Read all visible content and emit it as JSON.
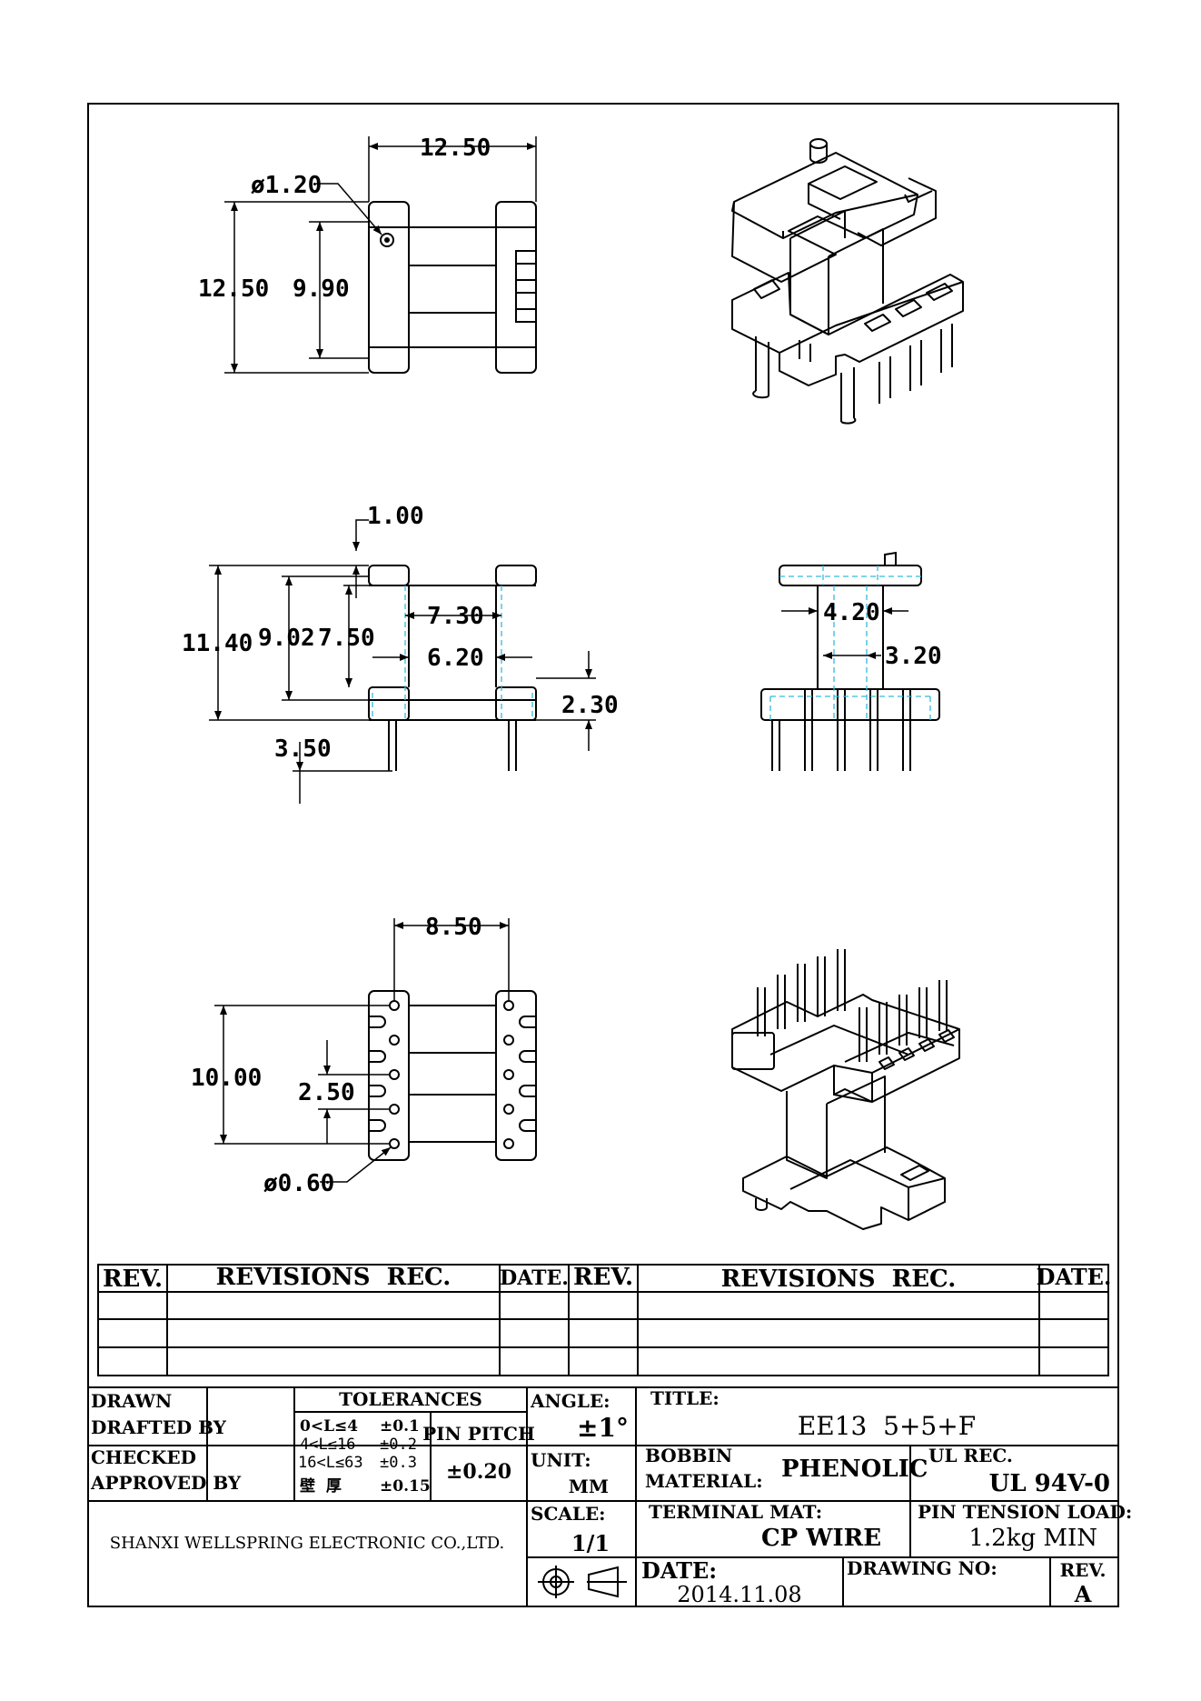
{
  "dimensions": {
    "top_view": {
      "hole_dia": "ø1.20",
      "width": "12.50",
      "height": "12.50",
      "inner_height": "9.90"
    },
    "front_view": {
      "flange_thickness": "1.00",
      "total_height": "11.40",
      "height_902": "9.02",
      "height_750": "7.50",
      "inner_width": "7.30",
      "core_width": "6.20",
      "base_height": "2.30",
      "pin_length": "3.50"
    },
    "side_view": {
      "core_outer": "4.20",
      "core_inner": "3.20"
    },
    "bottom_view": {
      "pin_span": "8.50",
      "row_length": "10.00",
      "pin_pitch": "2.50",
      "pin_dia": "ø0.60"
    }
  },
  "revisions_table": {
    "headers": [
      "REV.",
      "REVISIONS  REC.",
      "DATE.",
      "REV.",
      "REVISIONS  REC.",
      "DATE."
    ],
    "rows": [
      [
        "",
        "",
        "",
        "",
        "",
        ""
      ],
      [
        "",
        "",
        "",
        "",
        "",
        ""
      ],
      [
        "",
        "",
        "",
        "",
        "",
        ""
      ]
    ]
  },
  "title_block": {
    "drawn": "DRAWN",
    "drafted_by": "DRAFTED BY",
    "checked": "CHECKED",
    "approved_by": "APPROVED BY",
    "tolerances_label": "TOLERANCES",
    "tol_rows": [
      {
        "range": "0<L≤4",
        "value": "±0.1"
      },
      {
        "range": "4<L≤16",
        "value": "±0.2"
      },
      {
        "range": "16<L≤63",
        "value": "±0.3"
      },
      {
        "range": "壁  厚",
        "value": "±0.15"
      }
    ],
    "pin_pitch_label": "PIN PITCH",
    "pin_pitch_value": "±0.20",
    "angle_label": "ANGLE:",
    "angle_value": "±1°",
    "unit_label": "UNIT:",
    "unit_value": "MM",
    "scale_label": "SCALE:",
    "scale_value": "1/1",
    "title_label": "TITLE:",
    "title_value": "EE13  5+5+F",
    "bobbin_label_1": "BOBBIN",
    "bobbin_label_2": "MATERIAL:",
    "bobbin_value": "PHENOLIC",
    "ul_label": "UL REC.",
    "ul_value": "UL 94V-0",
    "terminal_label": "TERMINAL MAT:",
    "terminal_value": "CP WIRE",
    "tension_label": "PIN TENSION LOAD:",
    "tension_value": "1.2kg MIN",
    "company": "SHANXI WELLSPRING ELECTRONIC CO.,LTD.",
    "date_label": "DATE:",
    "date_value": "2014.11.08",
    "drawing_no_label": "DRAWING NO:",
    "rev_label": "REV.",
    "rev_value": "A"
  },
  "colors": {
    "line": "#000000",
    "hidden": "#33bbdd"
  }
}
